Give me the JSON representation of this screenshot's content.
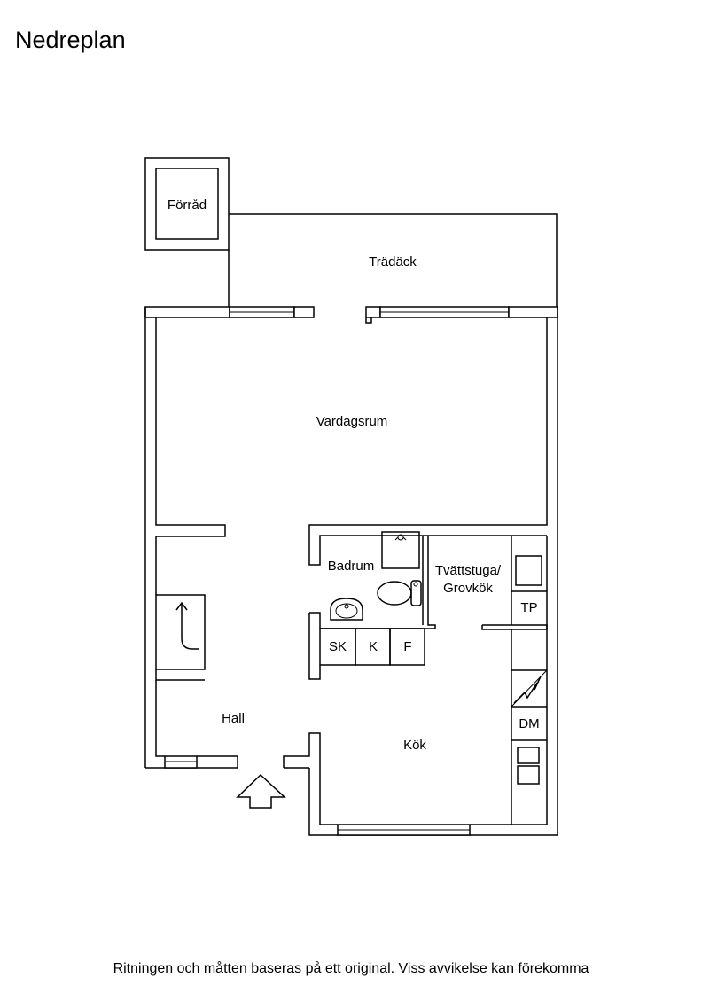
{
  "title": "Nedreplan",
  "footer": "Ritningen och måtten baseras på ett original. Viss avvikelse kan förekomma",
  "rooms": {
    "forrad": "Förråd",
    "tradack": "Trädäck",
    "vardagsrum": "Vardagsrum",
    "badrum": "Badrum",
    "tvattstuga_line1": "Tvättstuga/",
    "tvattstuga_line2": "Grovkök",
    "hall": "Hall",
    "kok": "Kök"
  },
  "fixtures": {
    "tp": "TP",
    "sk": "SK",
    "k": "K",
    "f": "F",
    "dm": "DM"
  }
}
